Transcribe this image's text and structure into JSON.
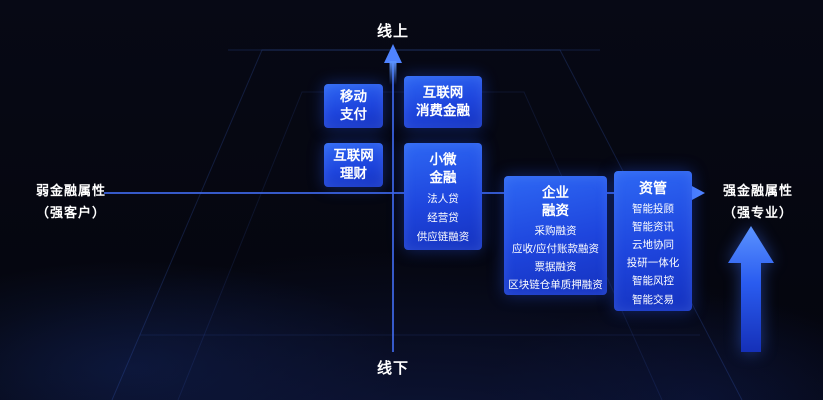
{
  "axes": {
    "top": "线上",
    "bottom": "线下",
    "left": "弱金融属性\n（强客户）",
    "right": "强金融属性\n（强专业）"
  },
  "boxes": {
    "mobile_payment": {
      "title": "移动\n支付"
    },
    "internet_consumer_finance": {
      "title": "互联网\n消费金融"
    },
    "internet_wealth": {
      "title": "互联网\n理财"
    },
    "micro_finance": {
      "title": "小微\n金融",
      "items": [
        "法人贷",
        "经营贷",
        "供应链融资"
      ]
    },
    "corporate_financing": {
      "title": "企业\n融资",
      "items": [
        "采购融资",
        "应收/应付账款融资",
        "票据融资",
        "区块链仓单质押融资"
      ]
    },
    "asset_management": {
      "title": "资管",
      "items": [
        "智能投顾",
        "智能资讯",
        "云地协同",
        "投研一体化",
        "智能风控",
        "智能交易"
      ]
    }
  },
  "colors": {
    "bg_top": "#070915",
    "bg_bottom": "#04050d",
    "axis": "#3f68e8",
    "box_a": "#2e68f4",
    "box_b": "#1532bf",
    "arrow_light": "#5b93ff",
    "arrow_dark": "#1530b8",
    "text": "#ffffff"
  }
}
